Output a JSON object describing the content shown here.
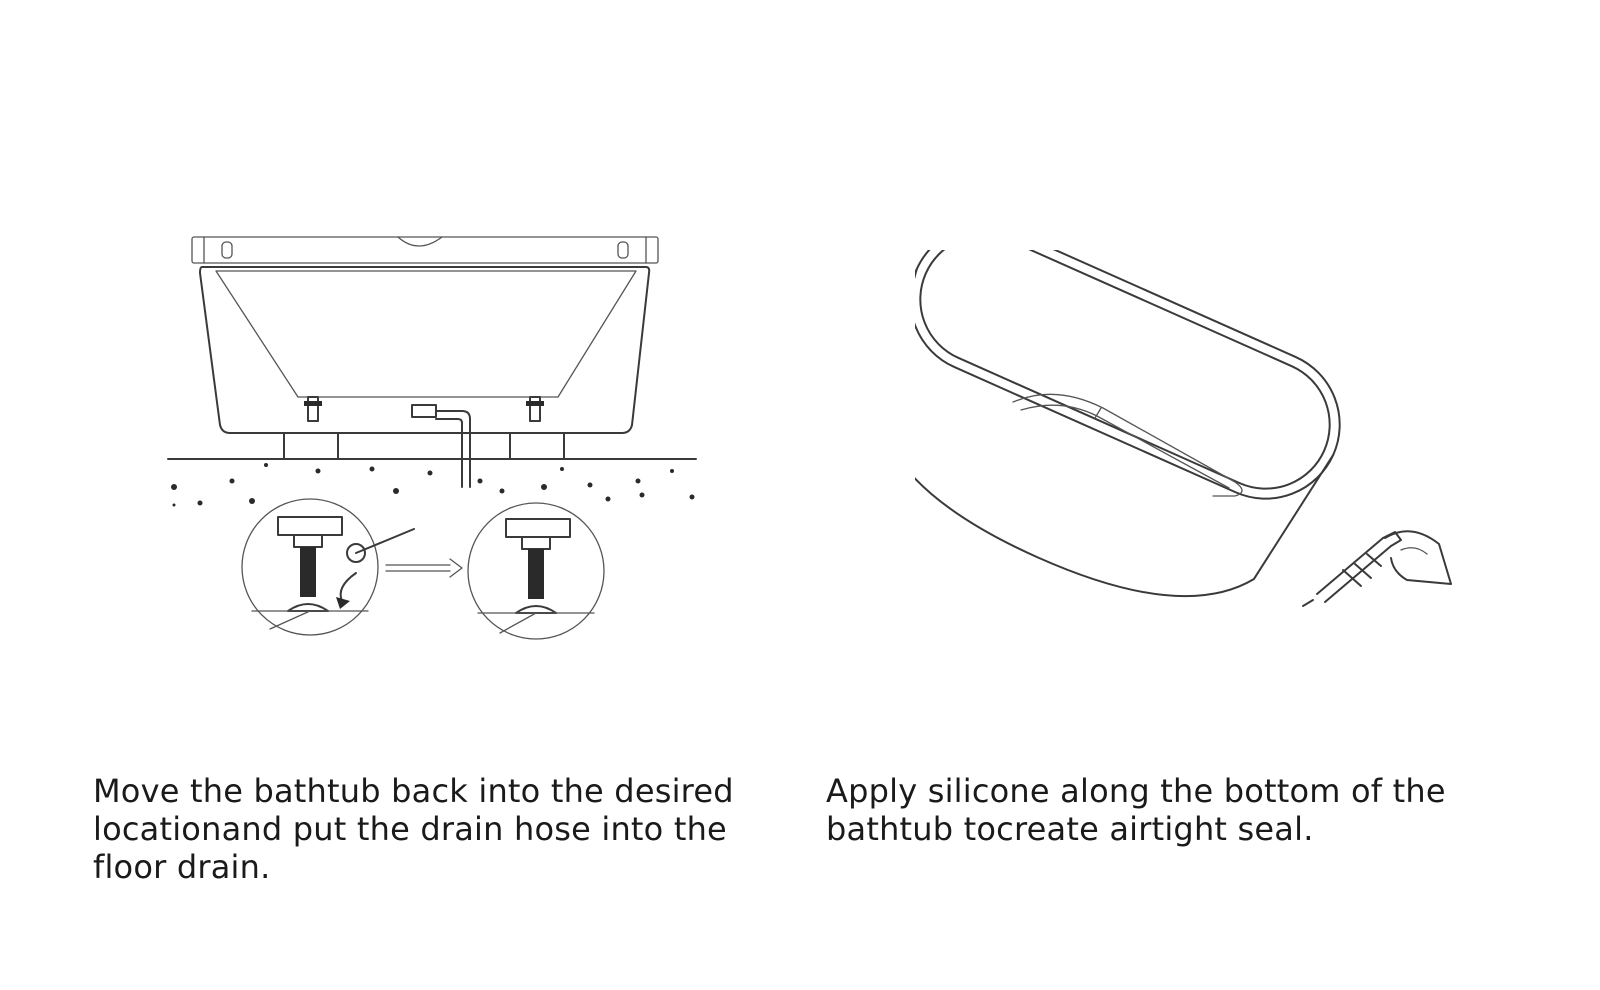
{
  "steps": [
    {
      "illustration": "bathtub-side-view-with-adjustable-feet-and-drain-hose",
      "caption": "Move the bathtub back into the desired\nlocationand put the drain hose into the\nfloor drain."
    },
    {
      "illustration": "bathtub-perspective-view-with-silicone-gun",
      "caption": "Apply silicone along the bottom of the\nbathtub tocreate airtight seal."
    }
  ]
}
